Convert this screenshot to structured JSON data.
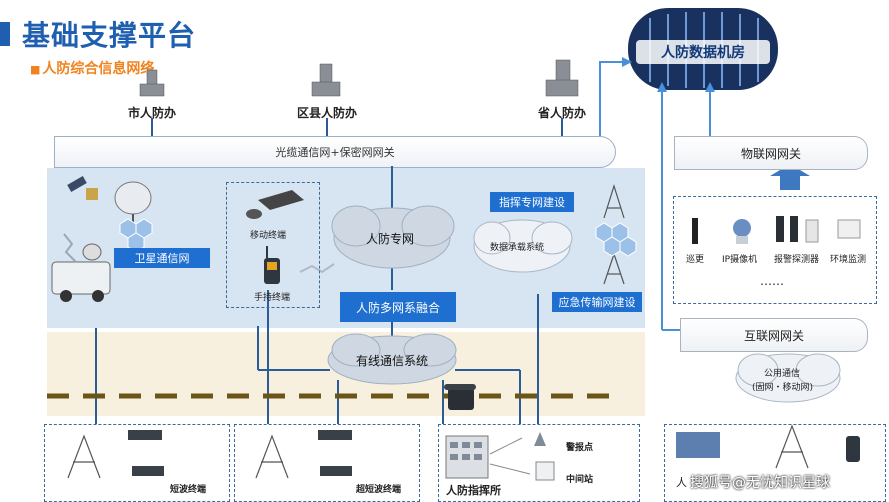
{
  "header": {
    "title": "基础支撑平台",
    "subtitle": "人防综合信息网络"
  },
  "datacenter": {
    "label": "人防数据机房"
  },
  "buildings": [
    {
      "label": "市人防办"
    },
    {
      "label": "区县人防办"
    },
    {
      "label": "省人防办"
    }
  ],
  "backbone": {
    "label": "光缆通信网+保密网网关"
  },
  "satellite": {
    "label": "卫星通信网"
  },
  "terminals": {
    "mobile": "移动终端",
    "handheld": "手持终端"
  },
  "clouds": {
    "private_net": "人防专网",
    "data_system": "数据承载系统",
    "wired": "有线通信系统",
    "public_net_line1": "公用通信",
    "public_net_line2": "(固网・移动网)"
  },
  "tags": {
    "command_net": "指挥专网建设",
    "fusion": "人防多网系融合",
    "emergency": "应急传输网建设"
  },
  "iot": {
    "gateway": "物联网网关",
    "devices": [
      {
        "label": "巡更",
        "icon": "patrol-icon"
      },
      {
        "label": "IP摄像机",
        "icon": "camera-icon"
      },
      {
        "label": "报警探测器",
        "icon": "alarm-detector-icon"
      },
      {
        "label": "环境监测",
        "icon": "env-monitor-icon"
      }
    ],
    "ellipsis": "……"
  },
  "internet": {
    "gateway": "互联网网关"
  },
  "bottom": {
    "shortwave": "短波终端",
    "ultra_shortwave": "超短波终端",
    "alarm_point": "警报点",
    "relay_station": "中间站",
    "command_post": "人防指挥所",
    "partial": "人"
  },
  "watermark": "搜狐号@无忧知识星球",
  "colors": {
    "primary": "#1f5fb0",
    "accent": "#f0831e",
    "tag": "#1e6fd0",
    "arrow": "#4a90d9"
  }
}
